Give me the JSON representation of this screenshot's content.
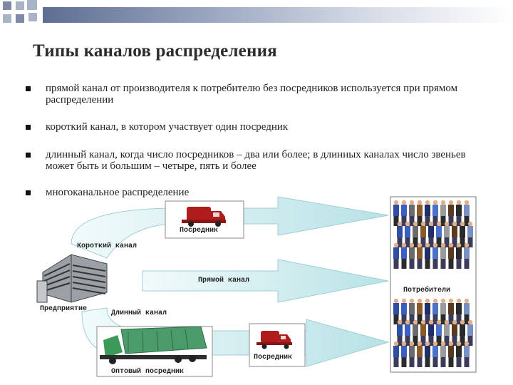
{
  "title": "Типы каналов распределения",
  "bullets": [
    "прямой канал от производителя к потребителю без посредников используется при прямом распределении",
    "короткий канал, в котором участвует один посредник",
    "длинный канал, когда число посредников – два или более; в длинных каналах число звеньев может быть и большим – четыре, пять и более",
    "многоканальное распределение"
  ],
  "diagram": {
    "short_channel": "Короткий канал",
    "direct_channel": "Прямой канал",
    "long_channel": "Длинный канал",
    "intermediary_top": "Посредник",
    "intermediary_bottom": "Посредник",
    "enterprise": "Предприятие",
    "wholesale": "Оптовый посредник",
    "consumers": "Потребители"
  },
  "colors": {
    "arrow_light": "#dff4f5",
    "arrow_dark": "#b8e2e6",
    "van": "#b01c1c",
    "truck_cab": "#3a9a5a",
    "truck_box": "#4b9c6a"
  }
}
